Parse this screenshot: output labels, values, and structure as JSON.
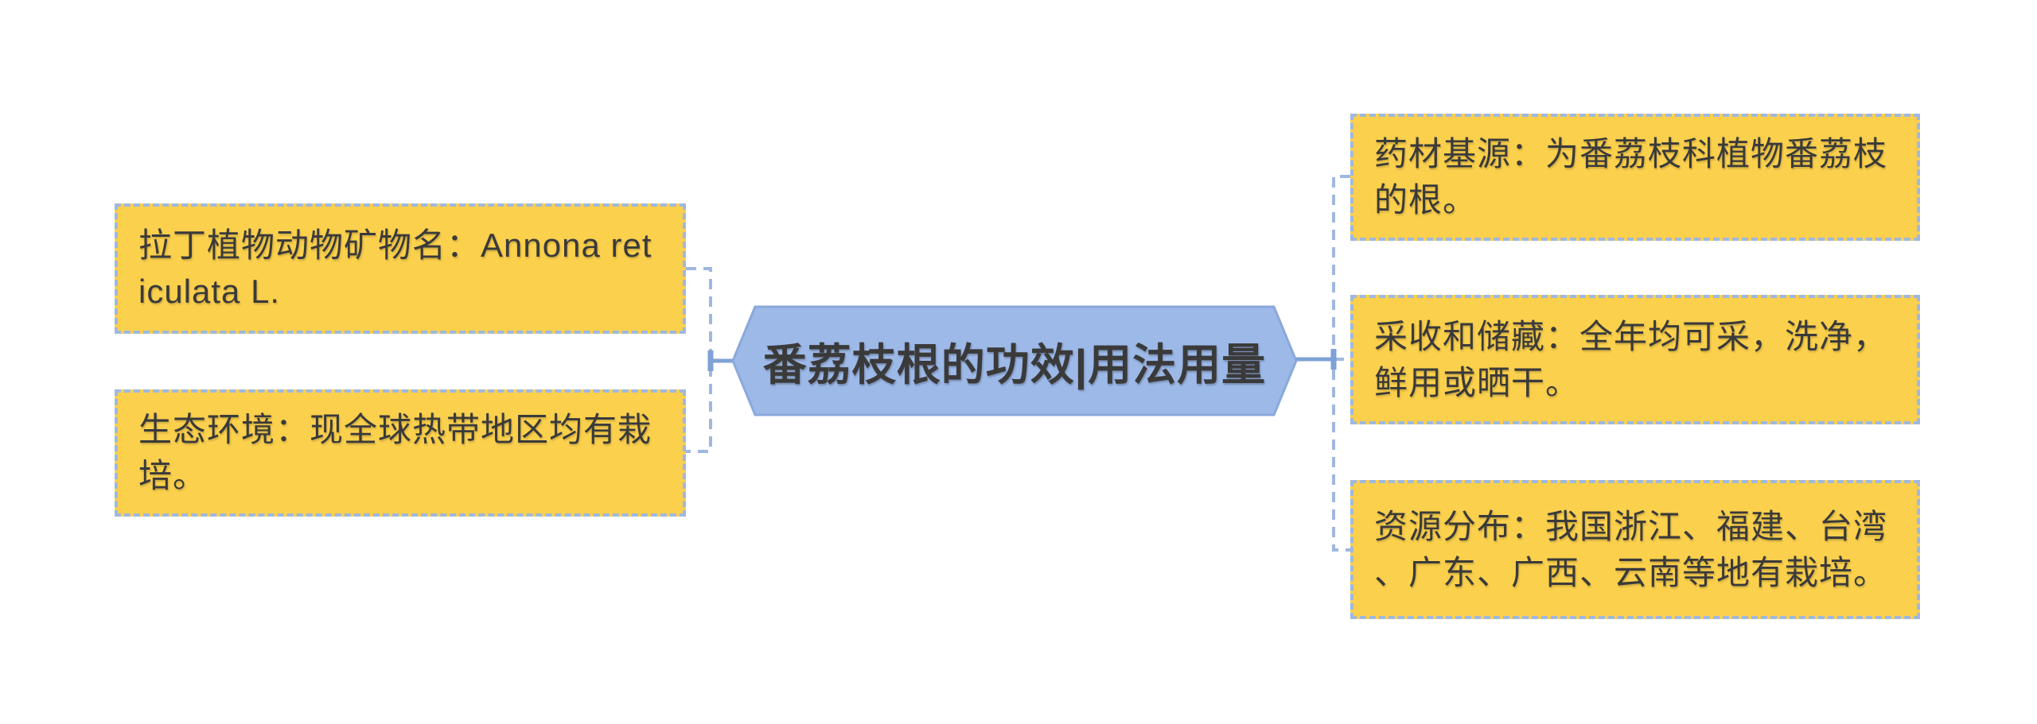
{
  "page": {
    "background": "#FFFFFF"
  },
  "diagram": {
    "central_node": {
      "label": "番荔枝根的功效|用法用量",
      "fill": "#9DB9E8",
      "border": "#8AA8DC",
      "text_color": "#3A3A3A"
    },
    "branch_style": {
      "fill": "#FBD04D",
      "border_color": "#9FB8DF",
      "connector_solid_color": "#7FA1D6",
      "connector_dash_color": "#9FB8DF",
      "text_color": "#3A3A3A"
    },
    "left_branches": [
      {
        "id": "latin-name",
        "text": "拉丁植物动物矿物名：Annona ret\niculata L."
      },
      {
        "id": "ecology",
        "text": "生态环境：现全球热带地区均有栽\n培。"
      }
    ],
    "right_branches": [
      {
        "id": "source",
        "text": "药材基源：为番荔枝科植物番荔枝\n的根。"
      },
      {
        "id": "harvest-storage",
        "text": "采收和储藏：全年均可采，洗净，\n鲜用或晒干。"
      },
      {
        "id": "distribution",
        "text": "资源分布：我国浙江、福建、台湾\n、广东、广西、云南等地有栽培。"
      }
    ]
  }
}
